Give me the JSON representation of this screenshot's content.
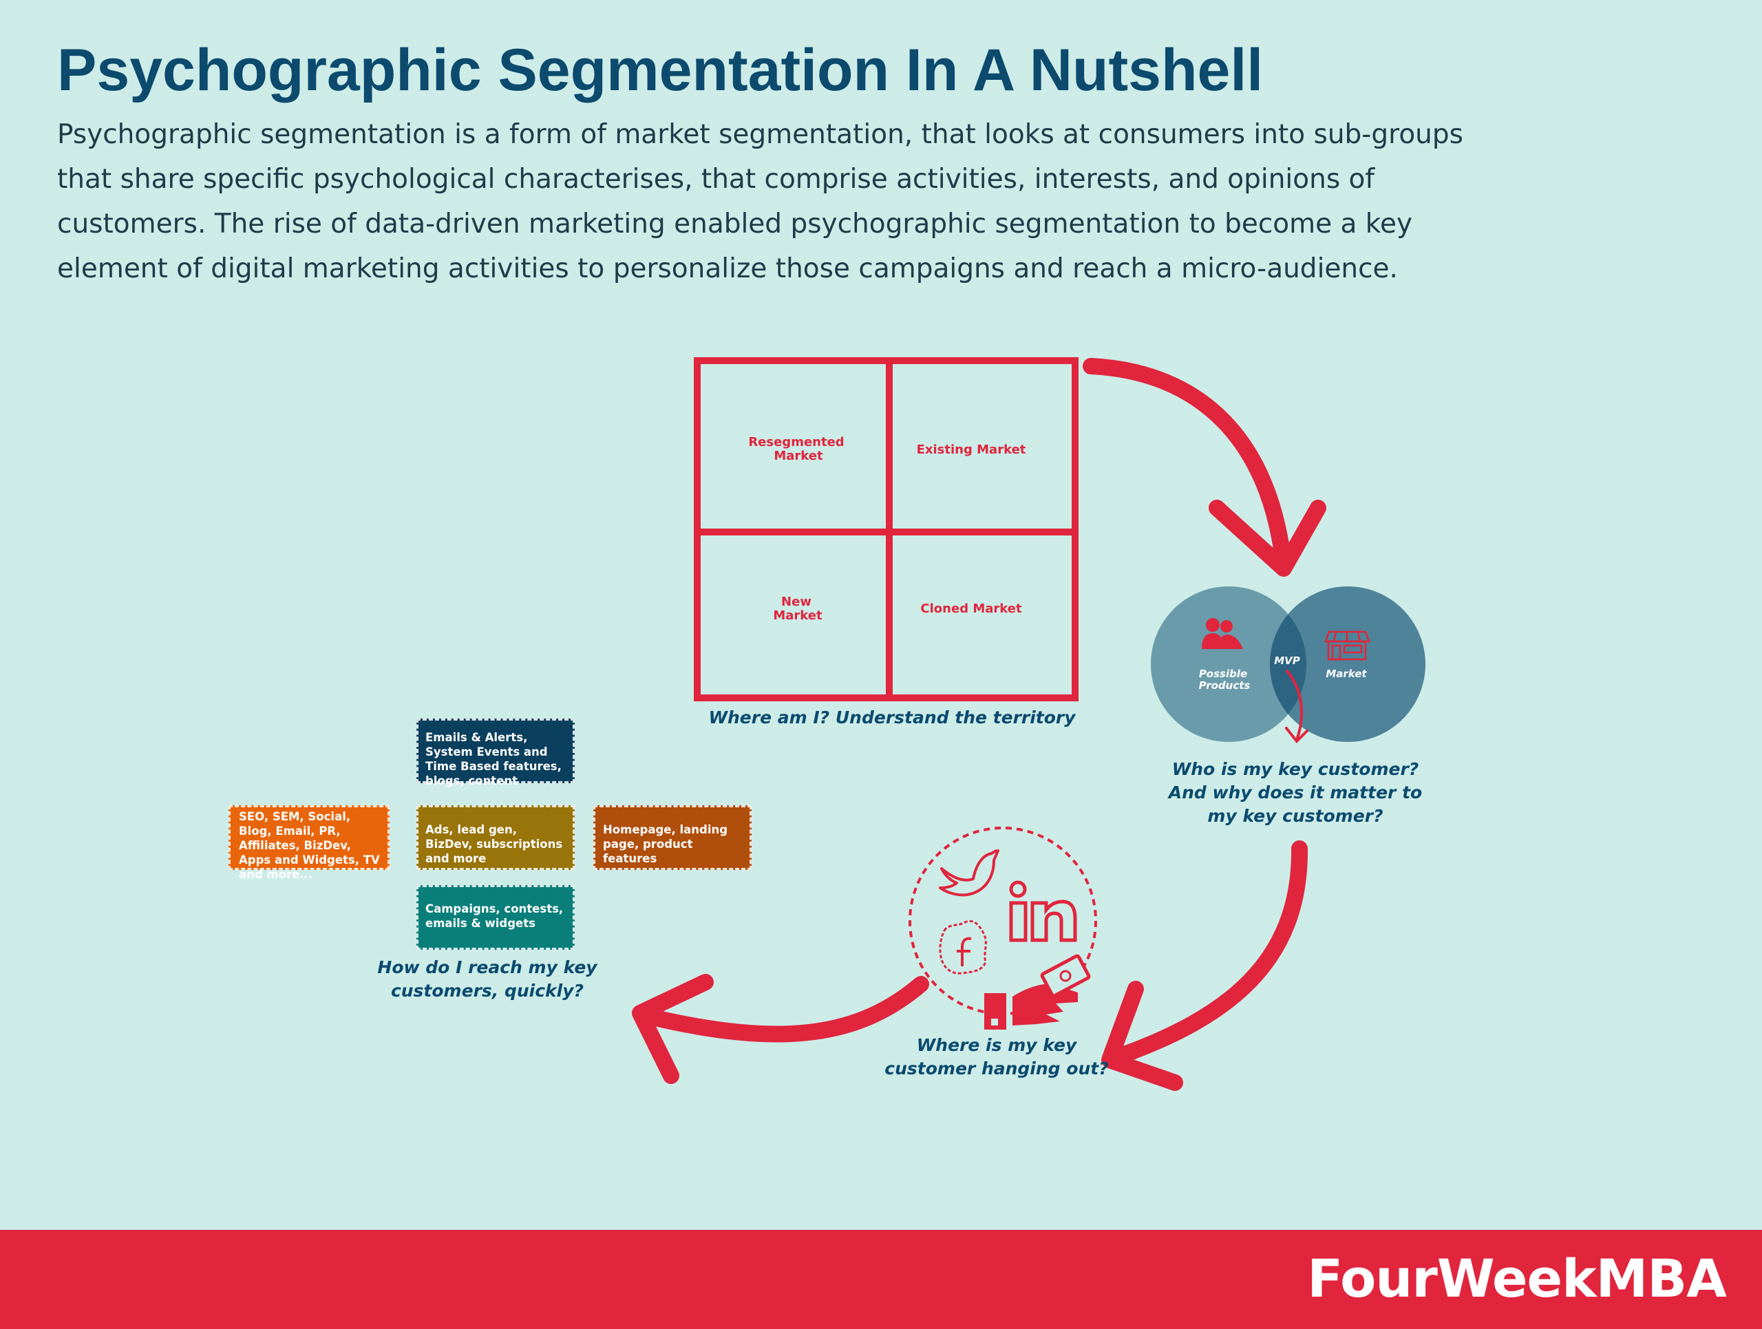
{
  "header": {
    "title": "Psychographic Segmentation In A Nutshell",
    "description": "Psychographic segmentation is a form of market segmentation, that looks at consumers into sub-groups that share specific psychological characterises, that comprise activities, interests, and opinions of customers. The rise of data-driven marketing enabled psychographic segmentation to become a key element of digital marketing activities to personalize those campaigns and reach a micro-audience."
  },
  "grid": {
    "top_left_line1": "Resegmented",
    "top_left_line2": "Market",
    "top_right": "Existing Market",
    "bottom_left_line1": "New",
    "bottom_left_line2": "Market",
    "bottom_right": "Cloned Market",
    "question": "Where am I? Understand the territory"
  },
  "venn": {
    "left_line1": "Possible",
    "left_line2": "Products",
    "overlap": "MVP",
    "right": "Market",
    "question_line1": "Who is my key customer?",
    "question_line2": "And why does it matter to",
    "question_line3": "my key customer?"
  },
  "social": {
    "question_line1": "Where is my key",
    "question_line2": "customer hanging out?"
  },
  "channels": {
    "top": "Emails & Alerts, System Events and Time Based features, blogs, content",
    "left": "SEO, SEM, Social, Blog, Email, PR, Affiliates, BizDev, Apps and Widgets, TV and more...",
    "center": "Ads, lead gen, BizDev, subscriptions and more",
    "right": "Homepage, landing page, product features",
    "bottom": "Campaigns, contests, emails & widgets",
    "question_line1": "How do I reach my key",
    "question_line2": "customers, quickly?"
  },
  "footer": {
    "brand": "FourWeekMBA"
  },
  "colors": {
    "background": "#cdece8",
    "accent_red": "#e0253d",
    "title_blue": "#0c4a6e",
    "venn_left": "#6a9bab",
    "venn_right": "#4f8399",
    "venn_overlap": "#2d6482",
    "box_top": "#0b3f5e",
    "box_left": "#e8650b",
    "box_center": "#98740a",
    "box_right": "#b04e0c",
    "box_bottom": "#0a7f7a"
  }
}
